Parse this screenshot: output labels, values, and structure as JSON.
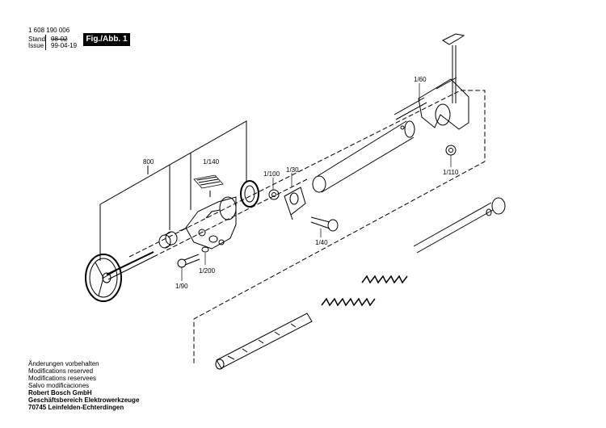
{
  "header": {
    "doc_number": "1 608 190 006",
    "stand_label": "Stand",
    "stand_value": "98-02",
    "issue_label": "Issue",
    "issue_value": "99-04-19",
    "figure_label": "Fig./Abb. 1"
  },
  "part_labels": {
    "p800": "800",
    "p1_140": "1/140",
    "p1_100": "1/100",
    "p1_30": "1/30",
    "p1_60": "1/60",
    "p1_110": "1/110",
    "p1_40": "1/40",
    "p1_90": "1/90",
    "p1_200": "1/200"
  },
  "footer": {
    "lines": [
      "Änderungen vorbehalten",
      "Modifications reserved",
      "Modifications reservees",
      "Salvo modificaciones"
    ],
    "company": "Robert Bosch GmbH",
    "division": "Geschäftsbereich Elektrowerkzeuge",
    "address": "70745 Leinfelden-Echterdingen"
  }
}
